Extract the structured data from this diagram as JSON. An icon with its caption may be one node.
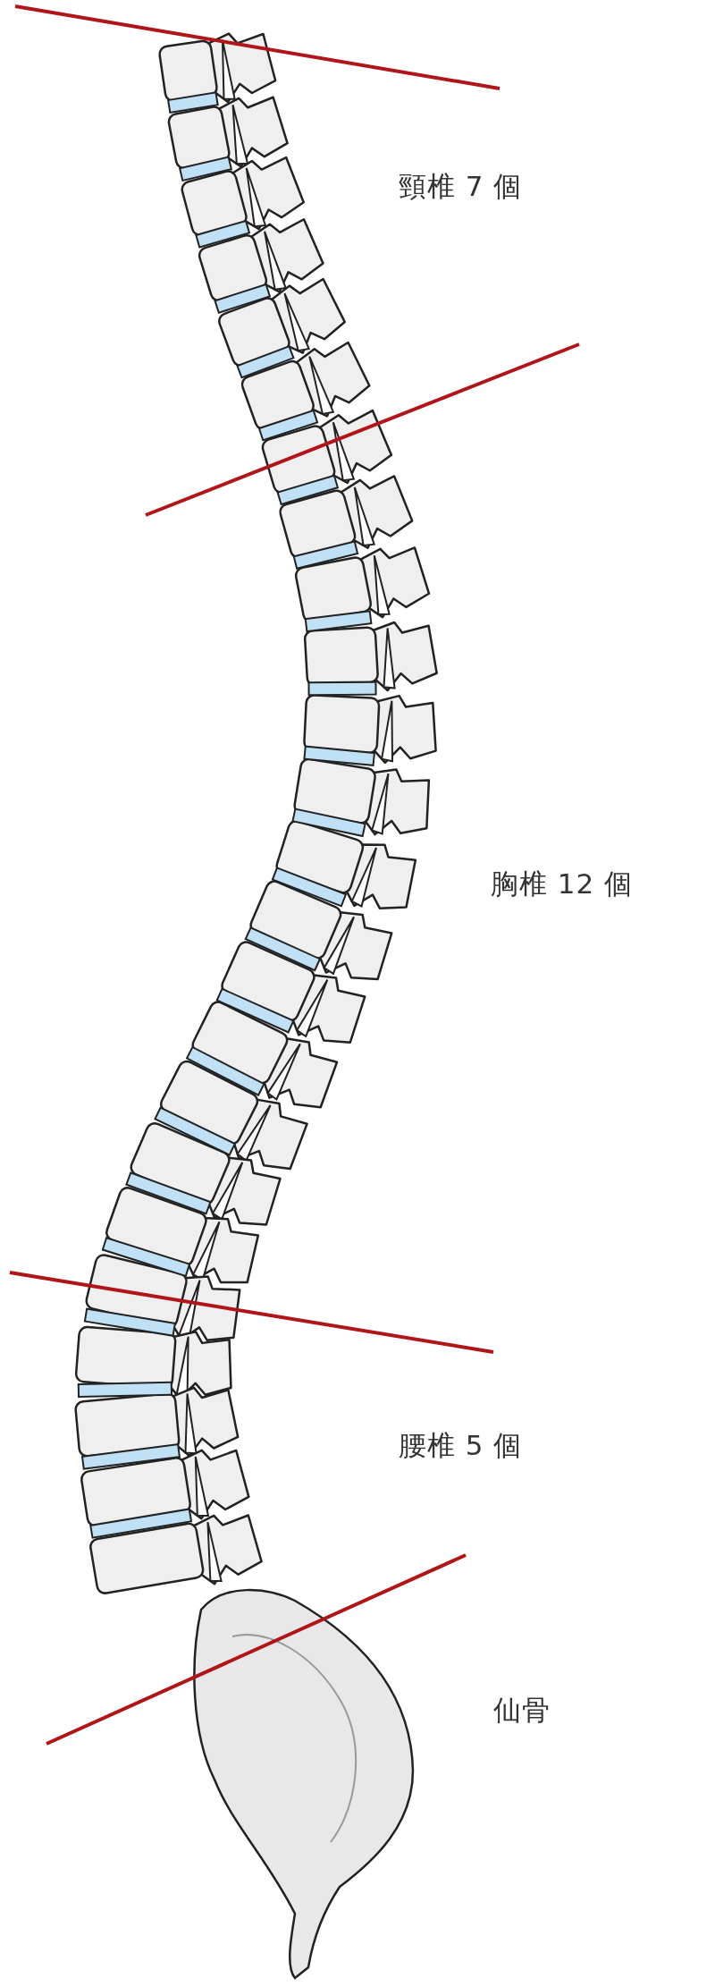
{
  "diagram": {
    "labels": [
      "頸椎 7 個",
      "胸椎 12 個",
      "腰椎 5 個",
      "仙骨"
    ]
  }
}
